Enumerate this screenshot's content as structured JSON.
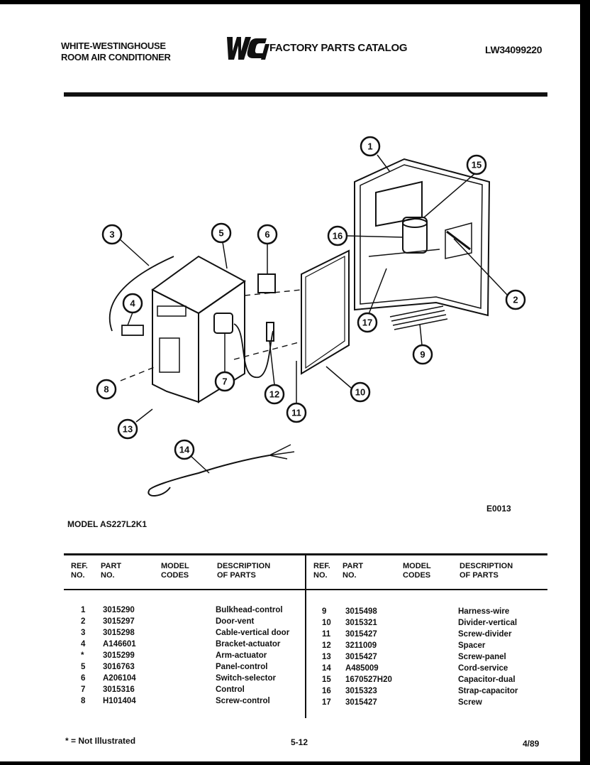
{
  "header": {
    "left_line1": "WHITE-WESTINGHOUSE",
    "left_line2": "ROOM AIR CONDITIONER",
    "logo_text": "WCI",
    "title": "FACTORY PARTS CATALOG",
    "catalog_code": "LW34099220"
  },
  "figure": {
    "code": "E0013",
    "model": "MODEL AS227L2K1",
    "callouts": [
      "1",
      "2",
      "3",
      "4",
      "5",
      "6",
      "7",
      "8",
      "9",
      "10",
      "11",
      "12",
      "13",
      "14",
      "15",
      "16",
      "17"
    ]
  },
  "table": {
    "headers": {
      "ref": [
        "REF.",
        "NO."
      ],
      "part": [
        "PART",
        "NO."
      ],
      "model": [
        "MODEL",
        "CODES"
      ],
      "desc": [
        "DESCRIPTION",
        "OF PARTS"
      ]
    },
    "left_rows": [
      {
        "ref": "1",
        "part": "3015290",
        "desc": "Bulkhead-control"
      },
      {
        "ref": "2",
        "part": "3015297",
        "desc": "Door-vent"
      },
      {
        "ref": "3",
        "part": "3015298",
        "desc": "Cable-vertical door"
      },
      {
        "ref": "4",
        "part": "A146601",
        "desc": "Bracket-actuator"
      },
      {
        "ref": "*",
        "part": "3015299",
        "desc": "Arm-actuator"
      },
      {
        "ref": "5",
        "part": "3016763",
        "desc": "Panel-control"
      },
      {
        "ref": "6",
        "part": "A206104",
        "desc": "Switch-selector"
      },
      {
        "ref": "7",
        "part": "3015316",
        "desc": "Control"
      },
      {
        "ref": "8",
        "part": "H101404",
        "desc": "Screw-control"
      }
    ],
    "right_rows": [
      {
        "ref": "9",
        "part": "3015498",
        "desc": "Harness-wire"
      },
      {
        "ref": "10",
        "part": "3015321",
        "desc": "Divider-vertical"
      },
      {
        "ref": "11",
        "part": "3015427",
        "desc": "Screw-divider"
      },
      {
        "ref": "12",
        "part": "3211009",
        "desc": "Spacer"
      },
      {
        "ref": "13",
        "part": "3015427",
        "desc": "Screw-panel"
      },
      {
        "ref": "14",
        "part": "A485009",
        "desc": "Cord-service"
      },
      {
        "ref": "15",
        "part": "1670527H20",
        "desc": "Capacitor-dual"
      },
      {
        "ref": "16",
        "part": "3015323",
        "desc": "Strap-capacitor"
      },
      {
        "ref": "17",
        "part": "3015427",
        "desc": "Screw"
      }
    ]
  },
  "footer": {
    "note": "* = Not Illustrated",
    "page": "5-12",
    "date": "4/89"
  }
}
